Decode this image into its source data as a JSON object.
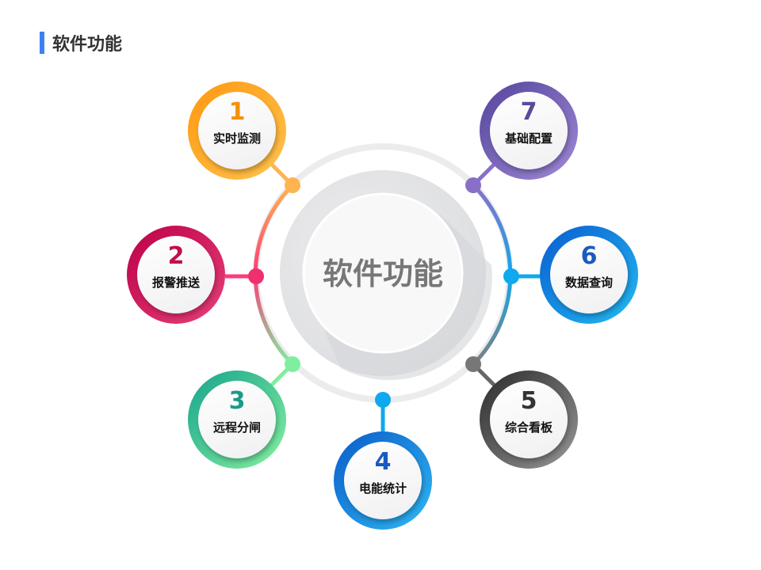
{
  "title": "软件功能",
  "center_label": "软件功能",
  "nodes": [
    {
      "num": "1",
      "label": "实时监测",
      "c1": "#ff9810",
      "c2": "#ffc450",
      "numColor": "#f5900a"
    },
    {
      "num": "2",
      "label": "报警推送",
      "c1": "#bc0048",
      "c2": "#e8407a",
      "numColor": "#c0104a"
    },
    {
      "num": "3",
      "label": "远程分闸",
      "c1": "#17a48c",
      "c2": "#86f0a0",
      "numColor": "#1a9a8a"
    },
    {
      "num": "4",
      "label": "电能统计",
      "c1": "#0a5cc8",
      "c2": "#30b8f4",
      "numColor": "#1a5ac0"
    },
    {
      "num": "5",
      "label": "综合看板",
      "c1": "#2a2a2a",
      "c2": "#999999",
      "numColor": "#333333"
    },
    {
      "num": "6",
      "label": "数据查询",
      "c1": "#0a5cd0",
      "c2": "#22bcf2",
      "numColor": "#1a5ac0"
    },
    {
      "num": "7",
      "label": "基础配置",
      "c1": "#54449c",
      "c2": "#a08ad6",
      "numColor": "#5a4a9a"
    }
  ]
}
